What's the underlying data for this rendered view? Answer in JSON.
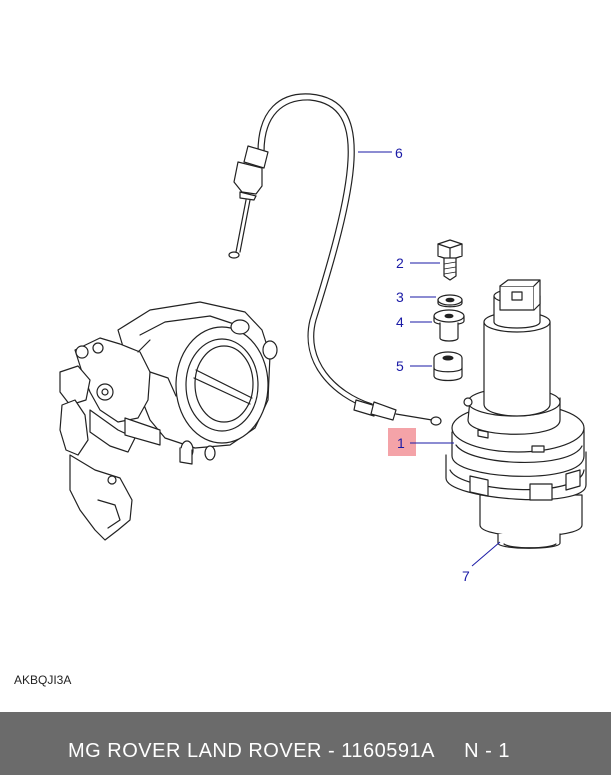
{
  "callouts": [
    {
      "label": "6"
    },
    {
      "label": "2"
    },
    {
      "label": "3"
    },
    {
      "label": "4"
    },
    {
      "label": "5"
    },
    {
      "label": "1"
    },
    {
      "label": "7"
    }
  ],
  "highlight_color": "#f4a3a8",
  "callout_color": "#1a1aa6",
  "drawing_code": "AKBQJI3A",
  "footer": {
    "text": "MG ROVER LAND ROVER - 1160591A     N - 1",
    "background": "#6b6b6b"
  }
}
